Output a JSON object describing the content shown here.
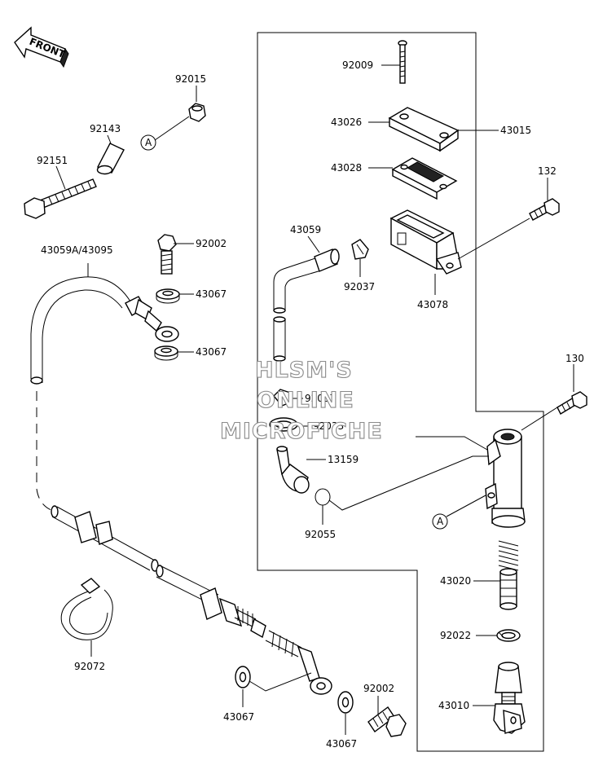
{
  "front_arrow": {
    "text": "FRONT"
  },
  "callouts": [
    {
      "text": "92015"
    },
    {
      "text": "92143"
    },
    {
      "text": "92151"
    },
    {
      "text": "43059A/43095"
    },
    {
      "text": "92002"
    },
    {
      "text": "43067"
    },
    {
      "text": "43067"
    },
    {
      "text": "92009"
    },
    {
      "text": "43026"
    },
    {
      "text": "43015"
    },
    {
      "text": "43028"
    },
    {
      "text": "132"
    },
    {
      "text": "43059"
    },
    {
      "text": "92037"
    },
    {
      "text": "43078"
    },
    {
      "text": "130"
    },
    {
      "text": "92037"
    },
    {
      "text": "92033"
    },
    {
      "text": "13159"
    },
    {
      "text": "92055"
    },
    {
      "text": "43020"
    },
    {
      "text": "92022"
    },
    {
      "text": "43010"
    },
    {
      "text": "92072"
    },
    {
      "text": "43067"
    },
    {
      "text": "43067"
    },
    {
      "text": "92002"
    }
  ],
  "ref_markers": [
    {
      "text": "A"
    },
    {
      "text": "A"
    }
  ],
  "watermark": {
    "line1": "HLSM'S",
    "line2": "ONLINE",
    "line3": "MICROFICHE"
  }
}
